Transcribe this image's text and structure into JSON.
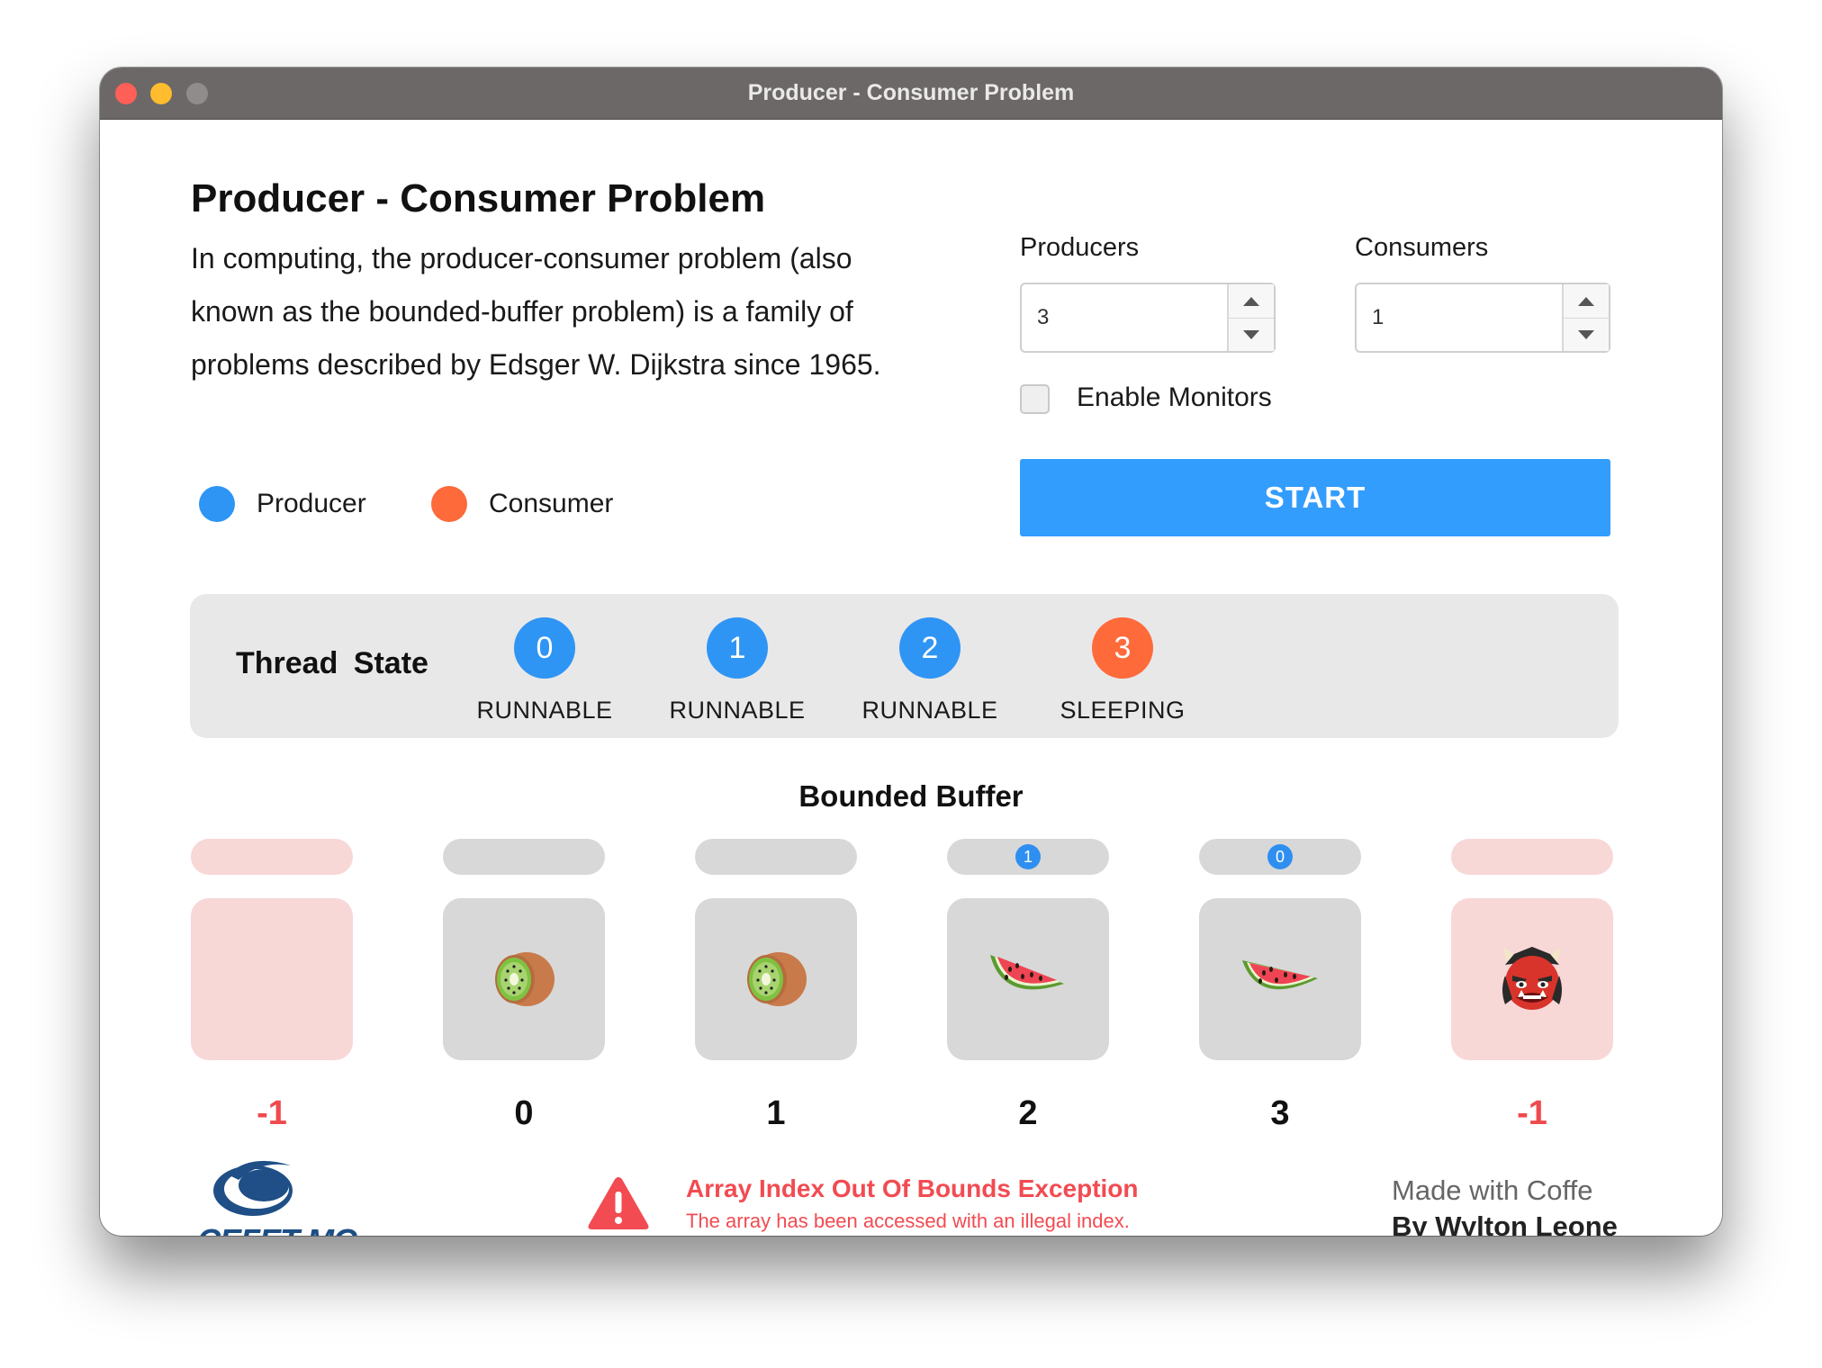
{
  "window": {
    "title": "Producer - Consumer Problem"
  },
  "intro": {
    "heading": "Producer - Consumer Problem",
    "description": "In computing, the producer-consumer problem (also known as the bounded-buffer problem) is a family of problems described by Edsger W. Dijkstra since 1965."
  },
  "legend": [
    {
      "label": "Producer",
      "color": "#2f95f5"
    },
    {
      "label": "Consumer",
      "color": "#fe6a3a"
    }
  ],
  "controls": {
    "producers": {
      "label": "Producers",
      "value": "3"
    },
    "consumers": {
      "label": "Consumers",
      "value": "1"
    },
    "monitors": {
      "label": "Enable Monitors",
      "checked": false
    },
    "start_label": "START"
  },
  "thread_state": {
    "title": "Thread  State",
    "threads": [
      {
        "id": "0",
        "state": "RUNNABLE",
        "role": "producer"
      },
      {
        "id": "1",
        "state": "RUNNABLE",
        "role": "producer"
      },
      {
        "id": "2",
        "state": "RUNNABLE",
        "role": "producer"
      },
      {
        "id": "3",
        "state": "SLEEPING",
        "role": "consumer"
      }
    ]
  },
  "buffer": {
    "title": "Bounded Buffer",
    "slots": [
      {
        "index": "-1",
        "item": "empty",
        "badge": "",
        "out_of_bounds": true
      },
      {
        "index": "0",
        "item": "kiwi-icon",
        "badge": "",
        "out_of_bounds": false
      },
      {
        "index": "1",
        "item": "kiwi-icon",
        "badge": "",
        "out_of_bounds": false
      },
      {
        "index": "2",
        "item": "watermelon-icon",
        "badge": "1",
        "out_of_bounds": false
      },
      {
        "index": "3",
        "item": "watermelon-icon",
        "badge": "0",
        "out_of_bounds": false
      },
      {
        "index": "-1",
        "item": "ogre-icon",
        "badge": "",
        "out_of_bounds": true
      }
    ]
  },
  "error": {
    "title": "Array Index Out Of Bounds Exception",
    "message": "The array has been accessed with an illegal index."
  },
  "footer": {
    "logo_text": "CEFET-MG",
    "credit_line1": "Made with Coffe",
    "credit_line2": "By Wylton Leone"
  }
}
